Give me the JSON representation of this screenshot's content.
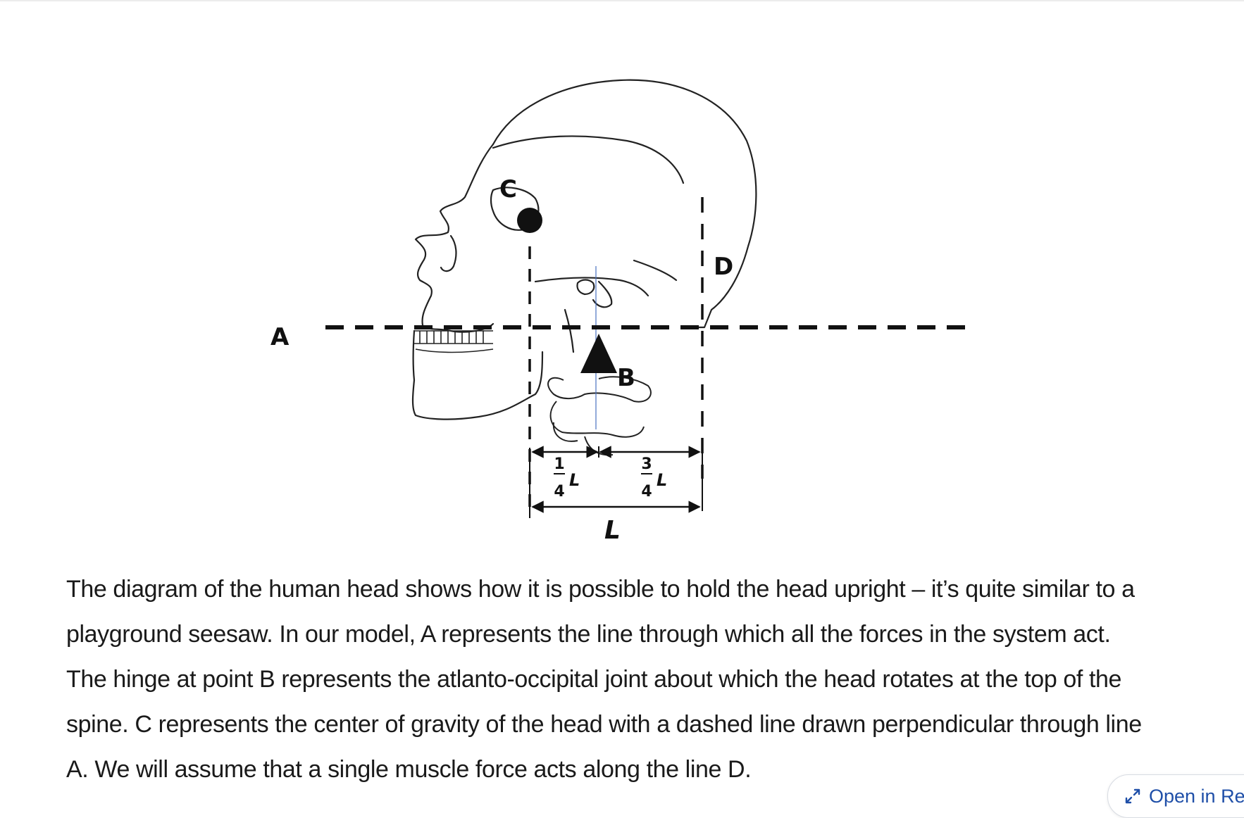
{
  "diagram": {
    "labels": {
      "a": "A",
      "b": "B",
      "c": "C",
      "d": "D",
      "quarter_num": "1",
      "quarter_den": "4",
      "quarter_var": "L",
      "three_quarter_num": "3",
      "three_quarter_den": "4",
      "three_quarter_var": "L",
      "length": "L"
    }
  },
  "caption": {
    "lines": [
      "The diagram of the human head shows how it is possible to hold the head upright – it’s quite similar to a",
      "playground seesaw. In our model, A represents the line through which all the forces in the system act.",
      " The hinge at point B represents the atlanto-occipital joint about which the head rotates at the top of the",
      "spine. C represents the center of gravity of the head with a dashed line drawn perpendicular through line",
      "A. We will assume that a single muscle force acts along the line D."
    ]
  },
  "open_button": {
    "label": "Open in Reader",
    "icon": "expand-arrows-icon",
    "color": "#1f4fa8"
  }
}
